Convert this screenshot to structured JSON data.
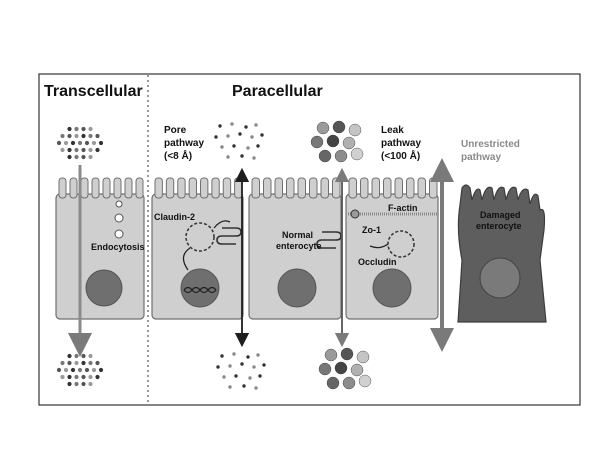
{
  "headers": {
    "transcellular": "Transcellular",
    "paracellular": "Paracellular"
  },
  "labels": {
    "pore_pathway": [
      "Pore",
      "pathway",
      "(<8 Å)"
    ],
    "leak_pathway": [
      "Leak",
      "pathway",
      "(<100 Å)"
    ],
    "unrestricted_pathway": [
      "Unrestricted",
      "pathway"
    ],
    "endocytosis": "Endocytosis",
    "claudin2": "Claudin-2",
    "normal_enterocyte": [
      "Normal",
      "enterocyte"
    ],
    "factin": "F-actin",
    "zo1": "Zo-1",
    "occludin": "Occludin",
    "damaged_enterocyte": [
      "Damaged",
      "enterocyte"
    ]
  },
  "colors": {
    "cell_fill": "#cfcfcf",
    "cell_stroke": "#707070",
    "nucleus": "#6f6f6f",
    "damaged_cell": "#5e5e5e",
    "arrow_dark": "#1e1e1e",
    "arrow_grey": "#7a7a7a"
  }
}
